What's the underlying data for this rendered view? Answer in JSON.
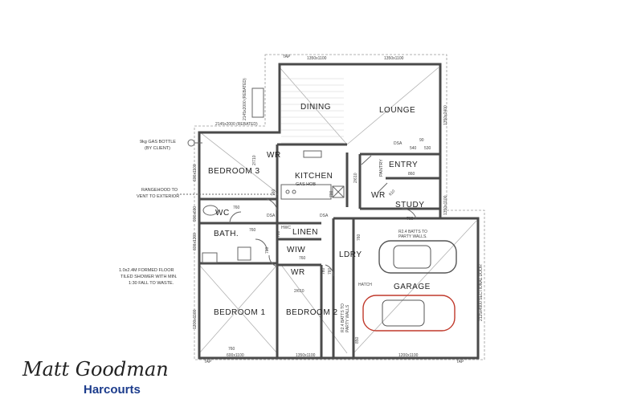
{
  "rooms": {
    "dining": "DINING",
    "lounge": "LOUNGE",
    "kitchen": "KITCHEN",
    "gas_hob": "GAS HOB",
    "bedroom3": "BEDROOM 3",
    "wr_bed3": "WR",
    "pantry": "PANTRY",
    "entry": "ENTRY",
    "wr_entry": "WR",
    "study": "STUDY",
    "wc": "WC",
    "bath": "BATH.",
    "linen": "LINEN",
    "hwc": "HWC",
    "wiw": "WIW",
    "wr_bed2": "WR",
    "ldry": "LDRY",
    "garage": "GARAGE",
    "bedroom1": "BEDROOM 1",
    "bedroom2": "BEDROOM 2"
  },
  "dimensions": {
    "top_left": "1350x1100",
    "top_right": "1350x1100",
    "lounge_right": "1350x2400",
    "study_right": "1350x1100",
    "bottom_1": "600x1100",
    "bottom_2": "1350x1100",
    "bottom_3": "1200x1100",
    "left_bed1": "1200x1100",
    "left_bath": "600x1200",
    "left_wc": "900x600",
    "left_bed3": "600x1100",
    "slider_rebated": "2145x2000 (REBATED)",
    "slider_rebated_v": "2145x2000 (REBATED)",
    "sectional_door": "2125x4900 SECTIONAL DOOR"
  },
  "doors": {
    "d760_a": "760",
    "d760_b": "760",
    "d760_c": "760",
    "d760_d": "760",
    "d760_e": "760",
    "d760_f": "760",
    "d760_g": "760",
    "d760_h": "760",
    "d760_i": "760",
    "d760_j": "760",
    "d760_k": "760",
    "d710": "2/710",
    "d610_a": "2/610",
    "d610_b": "2/610",
    "d610_c": "610",
    "d700": "700",
    "d860": "860",
    "d850": "850",
    "d540": "540",
    "d530": "530",
    "d90": "90"
  },
  "labels": {
    "tap_top": "TAP",
    "tap_bl": "TAP",
    "tap_br": "TAP",
    "dsa_lounge": "DSA",
    "dsa_hall_a": "DSA",
    "dsa_hall_b": "DSA",
    "hatch": "HATCH",
    "batts_top": "R2.4 BATTS TO\nPARTY WALLS.",
    "batts_left": "R2.4 BATTS TO\nPARTY WALLS"
  },
  "notes": {
    "gas_bottle_1": "9kg GAS BOTTLE",
    "gas_bottle_2": "(BY CLIENT)",
    "rangehood_1": "RANGEHOOD TO",
    "rangehood_2": "VENT TO EXTERIOR",
    "floor_1": "1.0x2.4M FORMED FLOOR",
    "floor_2": "TILED SHOWER WITH MIN.",
    "floor_3": "1:30 FALL TO WASTE."
  },
  "brand": {
    "signature": "Matt Goodman",
    "company": "Harcourts"
  }
}
